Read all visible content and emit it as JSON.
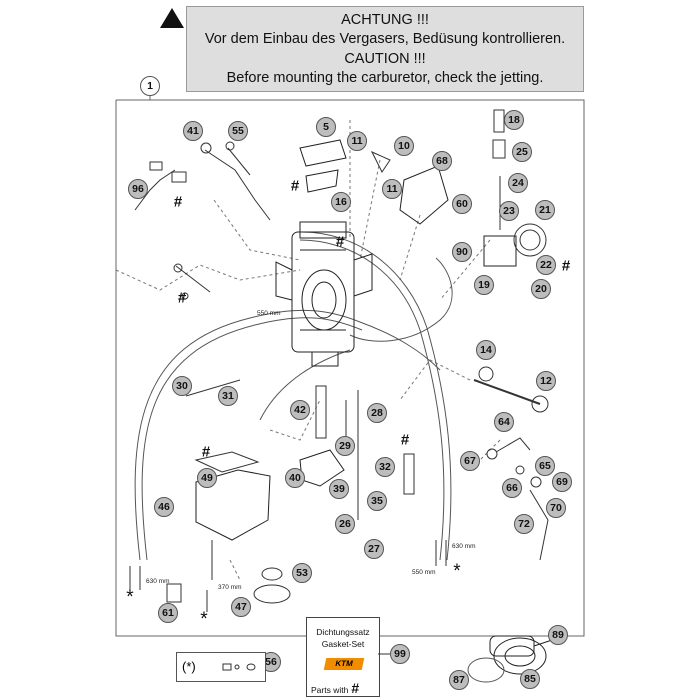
{
  "caution": {
    "line1": "ACHTUNG !!!",
    "line2": "Vor dem Einbau des Vergasers, Bedüsung kontrollieren.",
    "line3": "CAUTION !!!",
    "line4": "Before mounting the carburetor, check the jetting."
  },
  "callouts": [
    {
      "num": "1",
      "white": true
    },
    {
      "num": "41"
    },
    {
      "num": "55"
    },
    {
      "num": "5"
    },
    {
      "num": "11"
    },
    {
      "num": "10"
    },
    {
      "num": "11"
    },
    {
      "num": "68"
    },
    {
      "num": "60"
    },
    {
      "num": "18"
    },
    {
      "num": "25"
    },
    {
      "num": "24"
    },
    {
      "num": "23"
    },
    {
      "num": "21"
    },
    {
      "num": "22"
    },
    {
      "num": "20"
    },
    {
      "num": "19"
    },
    {
      "num": "96"
    },
    {
      "num": "16"
    },
    {
      "num": "90"
    },
    {
      "num": "14"
    },
    {
      "num": "12"
    },
    {
      "num": "30"
    },
    {
      "num": "31"
    },
    {
      "num": "42"
    },
    {
      "num": "28"
    },
    {
      "num": "29"
    },
    {
      "num": "32"
    },
    {
      "num": "64"
    },
    {
      "num": "67"
    },
    {
      "num": "65"
    },
    {
      "num": "66"
    },
    {
      "num": "69"
    },
    {
      "num": "70"
    },
    {
      "num": "72"
    },
    {
      "num": "49"
    },
    {
      "num": "40"
    },
    {
      "num": "39"
    },
    {
      "num": "35"
    },
    {
      "num": "46"
    },
    {
      "num": "26"
    },
    {
      "num": "27"
    },
    {
      "num": "53"
    },
    {
      "num": "61"
    },
    {
      "num": "47"
    },
    {
      "num": "99"
    },
    {
      "num": "89"
    },
    {
      "num": "56"
    },
    {
      "num": "87"
    },
    {
      "num": "85"
    }
  ],
  "hash_symbol": "#",
  "star_symbol": "*",
  "lengths": {
    "l550a": "550 mm",
    "l630a": "630 mm",
    "l370": "370 mm",
    "l550b": "550 mm",
    "l630b": "630 mm"
  },
  "gasket_kit": {
    "line1": "Dichtungssatz",
    "line2": "Gasket-Set",
    "brand": "KTM",
    "parts_with": "Parts with",
    "hash": "#"
  },
  "legend": {
    "symbol": "(*)"
  },
  "colors": {
    "callout_fill": "#bdbdbd",
    "caution_bg": "#dedede",
    "brand_orange": "#f28c00"
  }
}
